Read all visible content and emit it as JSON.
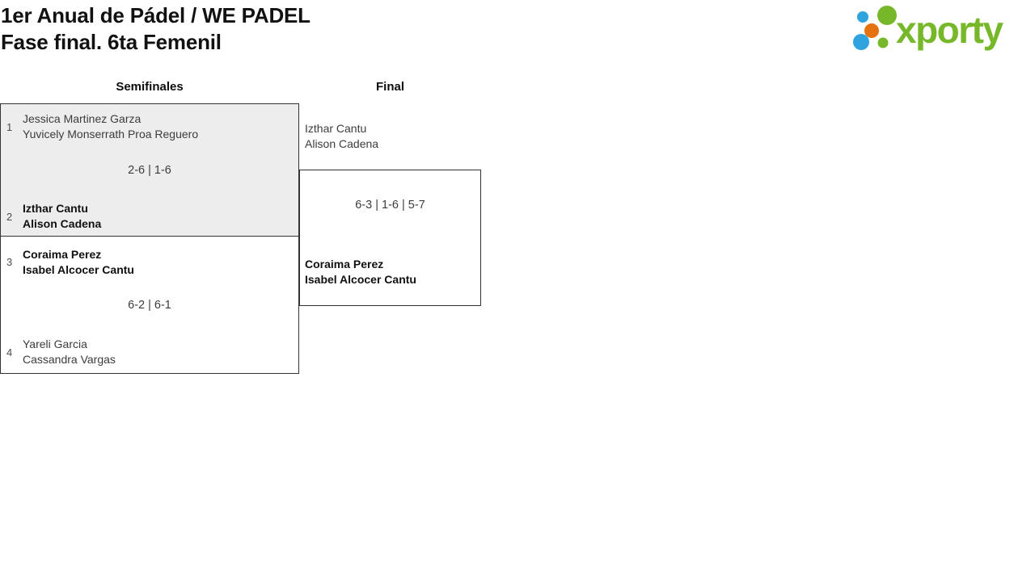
{
  "header": {
    "title": "1er Anual de Pádel / WE PADEL",
    "subtitle": "Fase final. 6ta Femenil"
  },
  "logo": {
    "brand": "xporty",
    "text": "xporty",
    "colors": {
      "green": "#76b82a",
      "blue": "#2ea3dd",
      "orange": "#e6710f"
    }
  },
  "bracket": {
    "rounds": [
      {
        "label": "Semifinales"
      },
      {
        "label": "Final"
      }
    ],
    "semifinals": [
      {
        "score": "2-6 | 1-6",
        "teams": [
          {
            "seed": "1",
            "players": [
              "Jessica Martinez Garza",
              "Yuvicely Monserrath Proa Reguero"
            ],
            "winner": false
          },
          {
            "seed": "2",
            "players": [
              "Izthar Cantu",
              "Alison Cadena"
            ],
            "winner": true
          }
        ]
      },
      {
        "score": "6-2 | 6-1",
        "teams": [
          {
            "seed": "3",
            "players": [
              "Coraima Perez",
              "Isabel Alcocer Cantu"
            ],
            "winner": true
          },
          {
            "seed": "4",
            "players": [
              "Yareli Garcia",
              "Cassandra Vargas"
            ],
            "winner": false
          }
        ]
      }
    ],
    "final": {
      "score": "6-3 | 1-6 | 5-7",
      "teams": [
        {
          "players": [
            "Izthar Cantu",
            "Alison Cadena"
          ],
          "winner": false
        },
        {
          "players": [
            "Coraima Perez",
            "Isabel Alcocer Cantu"
          ],
          "winner": true
        }
      ]
    }
  }
}
